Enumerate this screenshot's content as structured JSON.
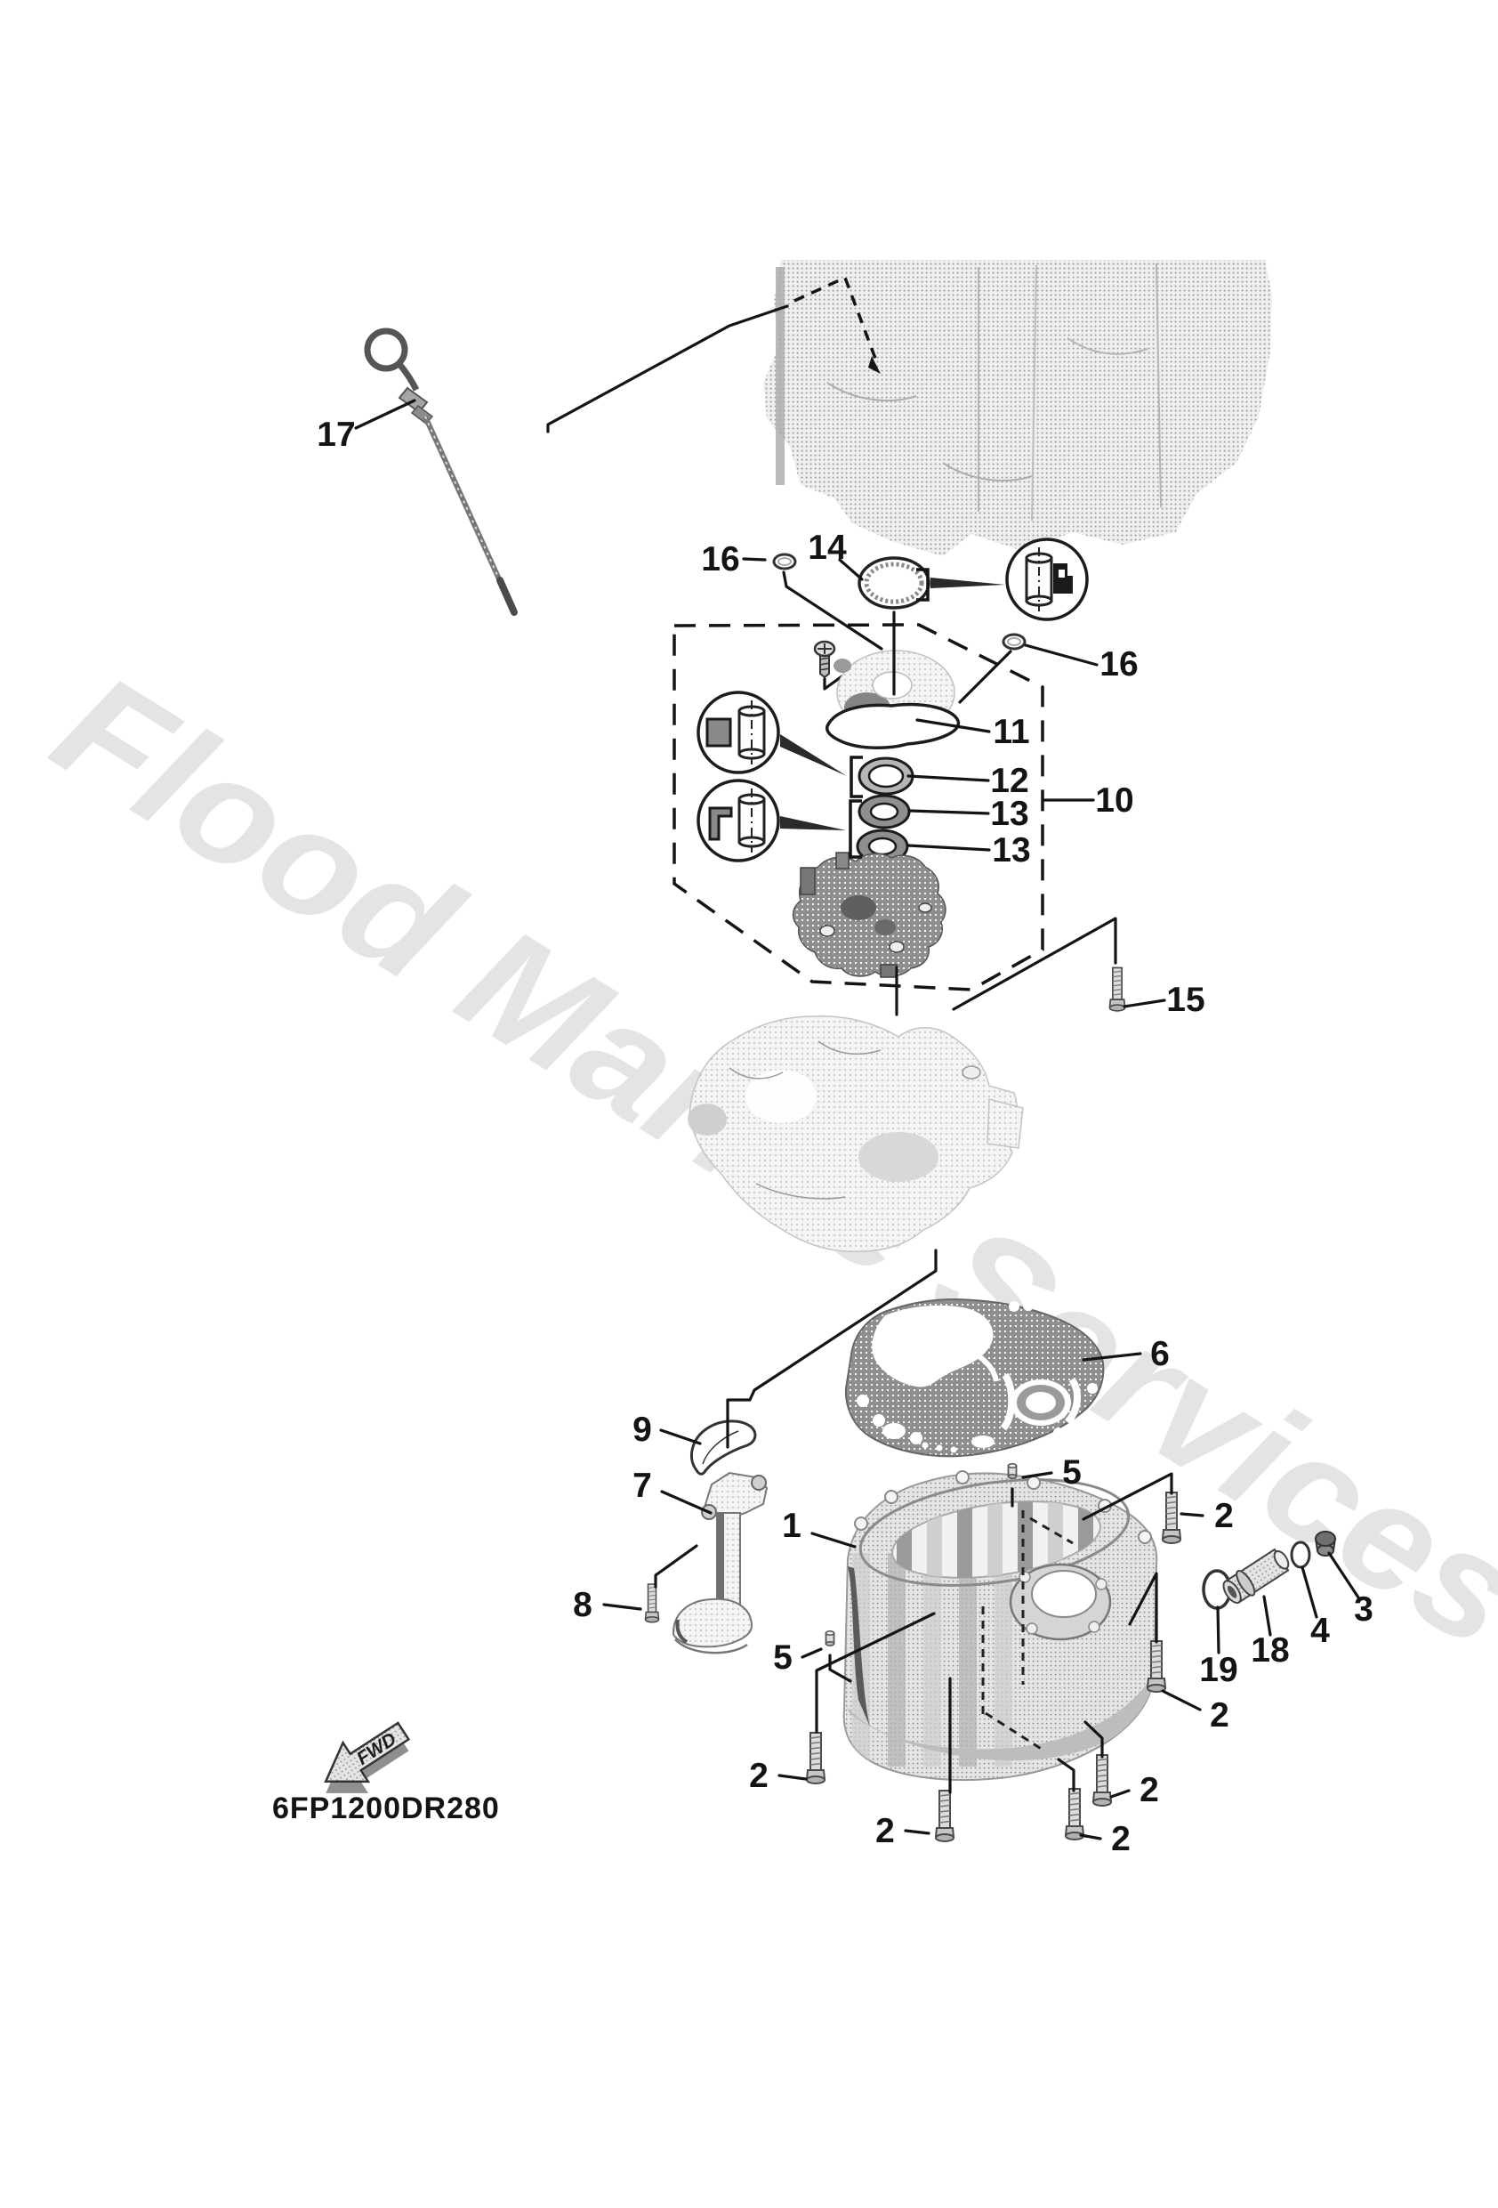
{
  "watermark": "Flood Marine Services",
  "drawing_code": "6FP1200DR280",
  "fwd_arrow_label": "FWD",
  "callouts": [
    "17",
    "16",
    "14",
    "16",
    "11",
    "12",
    "13",
    "13",
    "10",
    "15",
    "6",
    "9",
    "7",
    "5",
    "1",
    "2",
    "8",
    "5",
    "19",
    "18",
    "4",
    "3",
    "2",
    "2",
    "2",
    "2",
    "2"
  ]
}
